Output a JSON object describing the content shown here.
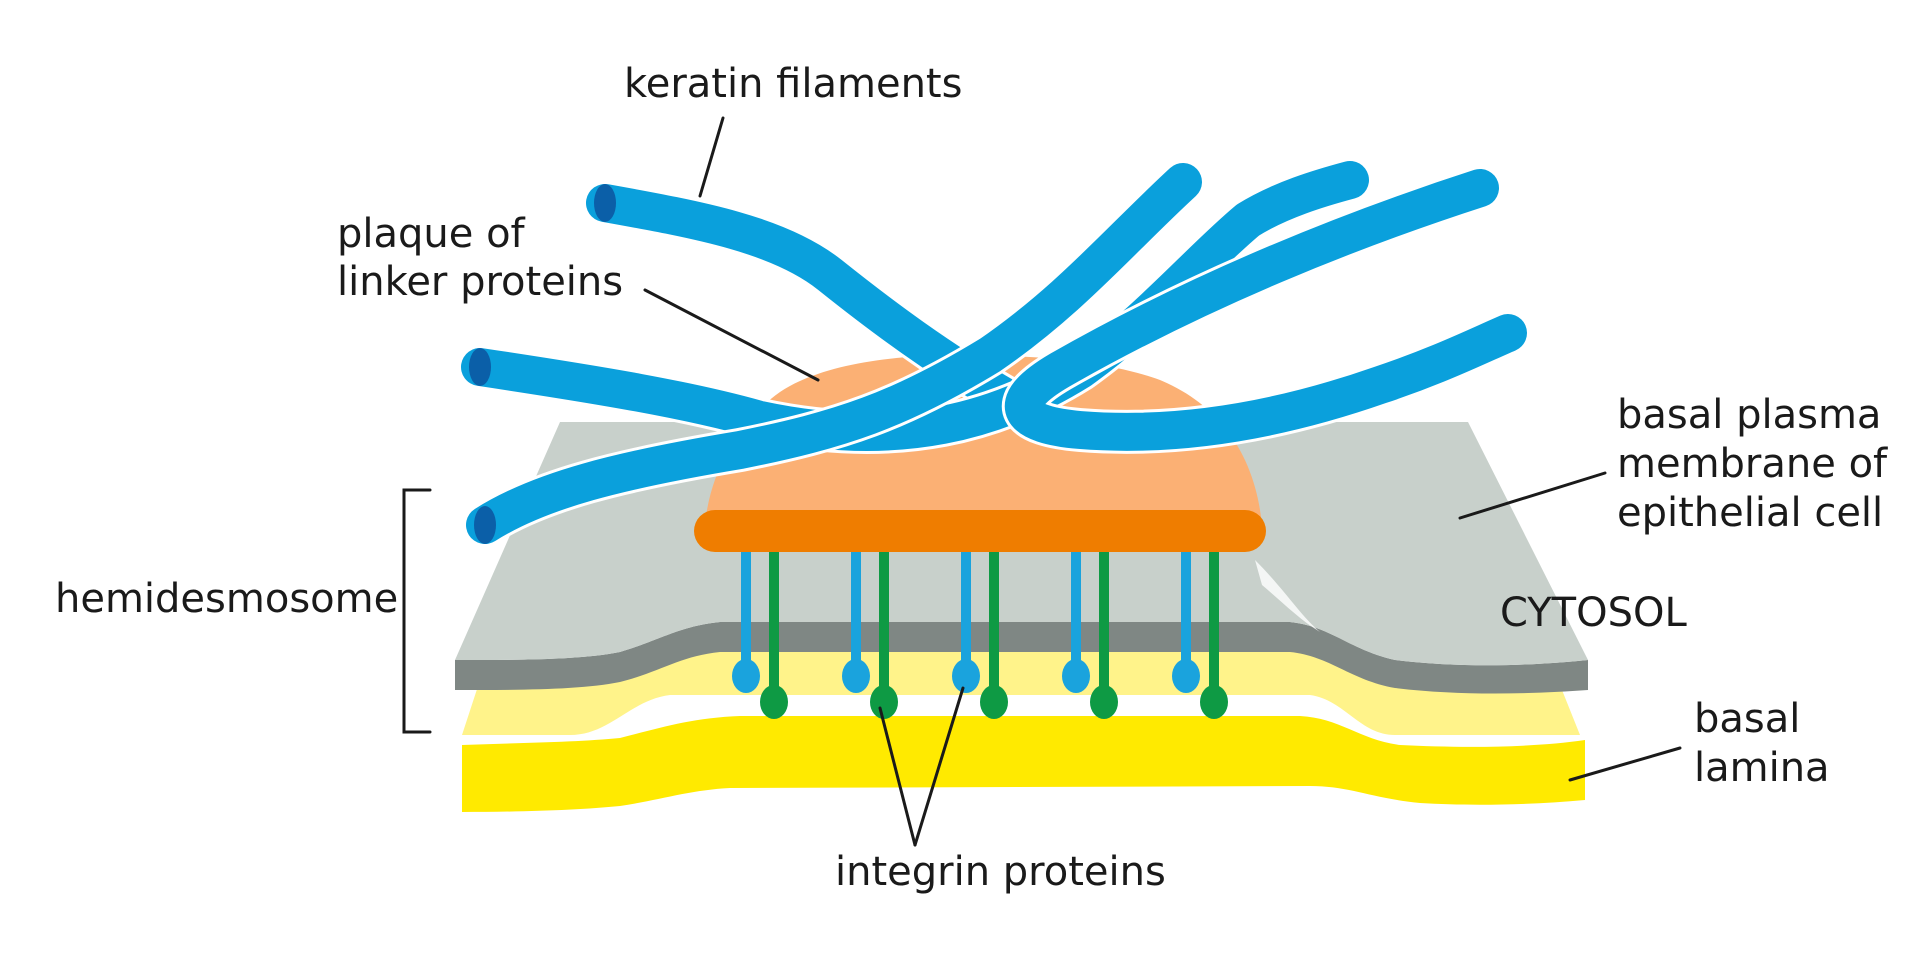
{
  "labels": {
    "keratin": "keratin filaments",
    "plaque_line1": "plaque of",
    "plaque_line2": "linker proteins",
    "hemidesmosome": "hemidesmosome",
    "membrane_line1": "basal plasma",
    "membrane_line2": "membrane of",
    "membrane_line3": "epithelial cell",
    "cytosol": "CYTOSOL",
    "lamina_line1": "basal",
    "lamina_line2": "lamina",
    "integrin": "integrin proteins"
  },
  "colors": {
    "filament": "#0aa0dc",
    "filament_end": "#0b5fa8",
    "plaque": "#fbb074",
    "plaque_base": "#ef7d00",
    "membrane_top": "#c8d0cb",
    "membrane_edge": "#7f8784",
    "lamina_top": "#fff38a",
    "lamina_front": "#ffea00",
    "integrin_blue": "#1aa3dd",
    "integrin_green": "#0e9a44",
    "line": "#1a1a1a"
  }
}
